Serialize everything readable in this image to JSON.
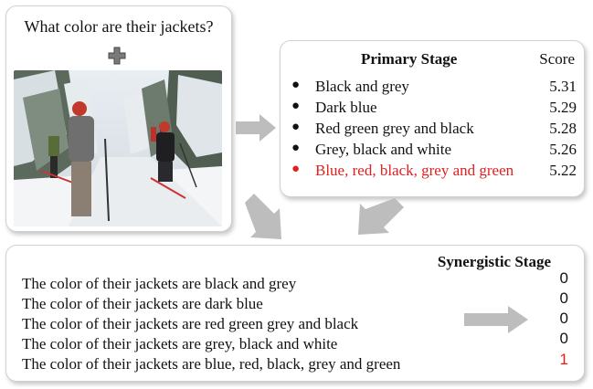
{
  "question": {
    "text": "What color are their jackets?"
  },
  "primary_stage": {
    "title": "Primary Stage",
    "score_header": "Score",
    "answers": [
      {
        "text": "Black and grey",
        "score": "5.31",
        "highlight": false
      },
      {
        "text": "Dark blue",
        "score": "5.29",
        "highlight": false
      },
      {
        "text": "Red green grey and black",
        "score": "5.28",
        "highlight": false
      },
      {
        "text": "Grey, black and white",
        "score": "5.26",
        "highlight": false
      },
      {
        "text": "Blue, red, black, grey and green",
        "score": "5.22",
        "highlight": true
      }
    ]
  },
  "synergistic_stage": {
    "title": "Synergistic Stage",
    "statements": [
      {
        "text": "The color of their jackets are black and grey",
        "value": "0",
        "highlight": false
      },
      {
        "text": "The color of their jackets are dark blue",
        "value": "0",
        "highlight": false
      },
      {
        "text": "The color of their jackets are red green grey and black",
        "value": "0",
        "highlight": false
      },
      {
        "text": "The color of their jackets are grey, black and white",
        "value": "0",
        "highlight": false
      },
      {
        "text": "The color of their jackets are blue, red, black, grey and green",
        "value": "1",
        "highlight": true
      }
    ]
  },
  "colors": {
    "highlight": "#e02020",
    "arrow": "#bdbdbd"
  }
}
